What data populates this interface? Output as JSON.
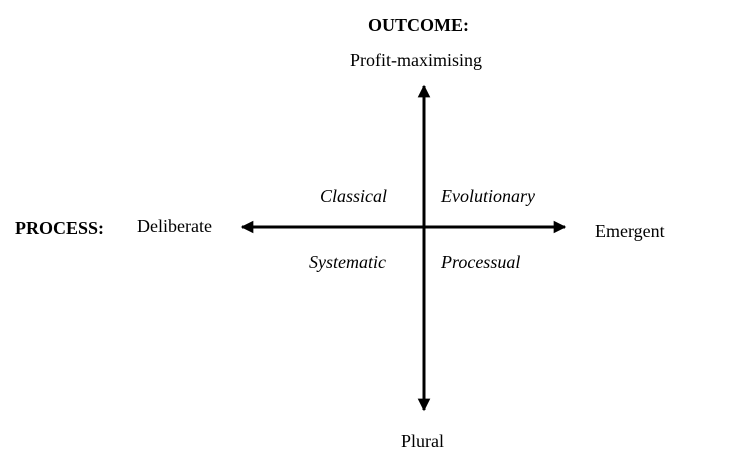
{
  "outcome": {
    "heading": "OUTCOME:",
    "top_label": "Profit-maximising",
    "bottom_label": "Plural"
  },
  "process": {
    "heading": "PROCESS:",
    "left_label": "Deliberate",
    "right_label": "Emergent"
  },
  "quadrants": {
    "top_left": "Classical",
    "top_right": "Evolutionary",
    "bottom_left": "Systematic",
    "bottom_right": "Processual"
  },
  "colors": {
    "axis": "#000000",
    "text": "#000000",
    "background": "#ffffff"
  }
}
